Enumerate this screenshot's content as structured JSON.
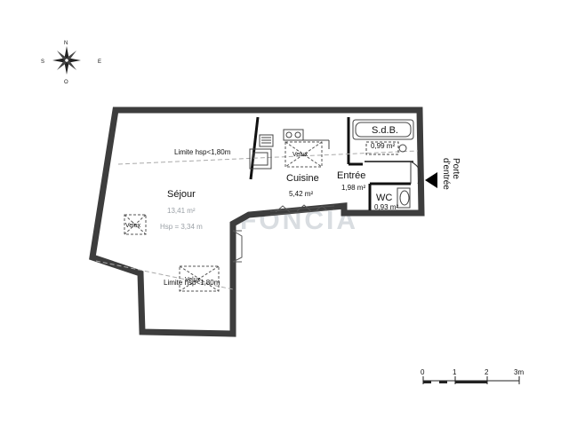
{
  "compass": {
    "n": "N",
    "s": "S",
    "e": "E",
    "o": "O"
  },
  "rooms": {
    "sejour": {
      "name": "Séjour",
      "area": "13,41 m²",
      "height": "Hsp = 3,34 m"
    },
    "cuisine": {
      "name": "Cuisine",
      "area": "5,42 m²"
    },
    "sdb": {
      "name": "S.d.B.",
      "area": "0,99 m²"
    },
    "entree": {
      "name": "Entrée",
      "area": "1,98 m²"
    },
    "wc": {
      "name": "WC",
      "area": "0,93 m²"
    }
  },
  "labels": {
    "limite_top": "Limite hsp<1,80m",
    "limite_bottom": "Limite hsp<1,80m",
    "velux": "Velux",
    "porte_line1": "Porte",
    "porte_line2": "d'entrée",
    "watermark": "FONCIA"
  },
  "scale": {
    "ticks": [
      "0",
      "1",
      "2",
      "3m"
    ]
  }
}
